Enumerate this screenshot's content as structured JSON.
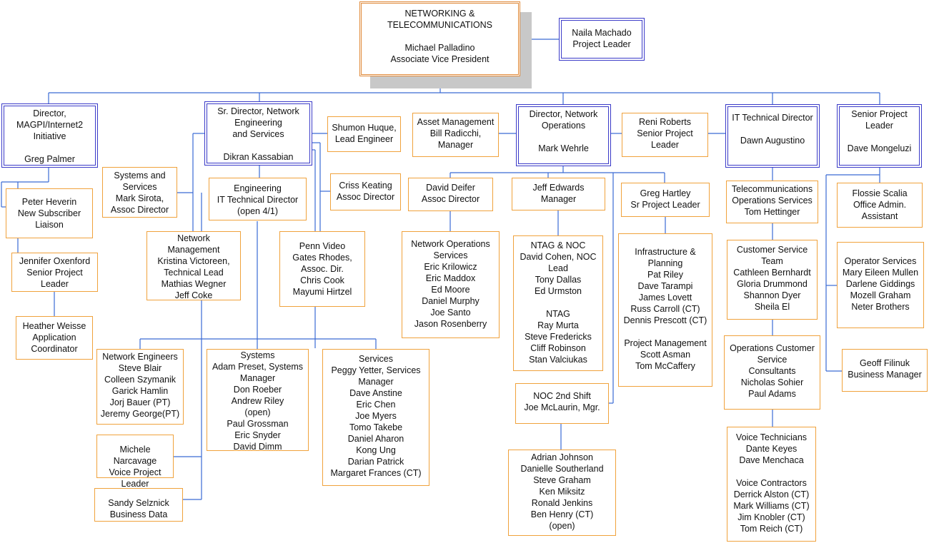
{
  "boxes": {
    "ceo": "NETWORKING &\nTELECOMMUNICATIONS\n\nMichael Palladino\nAssociate Vice President",
    "naila": "Naila Machado\nProject Leader",
    "magpi": "Director,\nMAGPI/Internet2\nInitiative\n\nGreg Palmer",
    "srdir": "Sr. Director, Network\nEngineering\nand Services\n\nDikran Kassabian",
    "shumon": "Shumon Huque,\nLead Engineer",
    "asset": "Asset Management\nBill Radicchi,\nManager",
    "netops": "Director, Network\nOperations\n\nMark Wehrle",
    "reni": "Reni Roberts\nSenior Project\nLeader",
    "ittech": "IT Technical Director\n\nDawn Augustino",
    "seniorpl": "Senior Project\nLeader\n\nDave Mongeluzi",
    "peter": "Peter Heverin\nNew Subscriber\nLiaison",
    "jennifer": "Jennifer Oxenford\nSenior Project\nLeader",
    "heather": "Heather Weisse\nApplication\nCoordinator",
    "systems_svc": "Systems and\nServices\nMark Sirota,\nAssoc Director",
    "eng_itd": "Engineering\nIT Technical Director\n(open 4/1)",
    "criss": "Criss Keating\nAssoc Director",
    "netmgmt": "Network\nManagement\nKristina Victoreen,\nTechnical Lead\nMathias Wegner\nJeff Coke",
    "pennvideo": "Penn Video\nGates Rhodes,\nAssoc. Dir.\nChris Cook\nMayumi Hirtzel",
    "deifer": "David Deifer\nAssoc Director",
    "jeff": "Jeff Edwards\nManager",
    "hartley": "Greg Hartley\nSr Project Leader",
    "telecom": "Telecommunications\nOperations Services\nTom Hettinger",
    "flossie": "Flossie Scalia\nOffice Admin.\nAssistant",
    "nos": "Network Operations\nServices\nEric Krilowicz\nEric Maddox\nEd Moore\nDaniel Murphy\nJoe Santo\nJason Rosenberry",
    "ntag": "NTAG & NOC\nDavid Cohen, NOC\nLead\nTony Dallas\nEd Urmston\n\nNTAG\nRay Murta\nSteve Fredericks\nCliff Robinson\nStan Valciukas",
    "infra": "Infrastructure &\nPlanning\nPat Riley\nDave Tarampi\nJames Lovett\nRuss Carroll (CT)\nDennis Prescott (CT)\n\nProject Management\nScott Asman\nTom McCaffery",
    "cst": "Customer Service\nTeam\nCathleen Bernhardt\nGloria Drummond\nShannon Dyer\nSheila El",
    "operator": "Operator Services\nMary Eileen Mullen\nDarlene Giddings\nMozell Graham\nNeter Brothers",
    "netengs": "Network Engineers\nSteve Blair\nColleen Szymanik\nGarick Hamlin\nJorj Bauer (PT)\nJeremy George(PT)",
    "systems": "Systems\nAdam Preset, Systems\nManager\nDon Roeber\nAndrew Riley\n(open)\nPaul Grossman\nEric Snyder\nDavid Dimm",
    "services": "Services\nPeggy Yetter, Services\nManager\nDave Anstine\nEric Chen\nJoe Myers\nTomo Takebe\nDaniel Aharon\nKong Ung\nDarian Patrick\nMargaret Frances (CT)",
    "ocsc": "Operations Customer\nService\nConsultants\nNicholas Sohier\nPaul Adams",
    "geoff": "Geoff Filinuk\nBusiness Manager",
    "noc2": "NOC 2nd Shift\nJoe McLaurin, Mgr.",
    "michele": "Michele Narcavage\nVoice Project Leader",
    "sandy": "Sandy Selznick\nBusiness Data",
    "noc2staff": "Adrian Johnson\nDanielle Southerland\nSteve Graham\nKen Miksitz\nRonald Jenkins\nBen Henry (CT)\n(open)",
    "voice": "Voice Technicians\nDante Keyes\nDave Menchaca\n\nVoice Contractors\nDerrick Alston (CT)\nMark Williams (CT)\nJim Knobler (CT)\nTom Reich (CT)"
  },
  "colors": {
    "line": "#3a6ad4",
    "box_border": "#f0a23c",
    "director_border": "#3a3ac8",
    "shadow": "#c8c8c8"
  }
}
